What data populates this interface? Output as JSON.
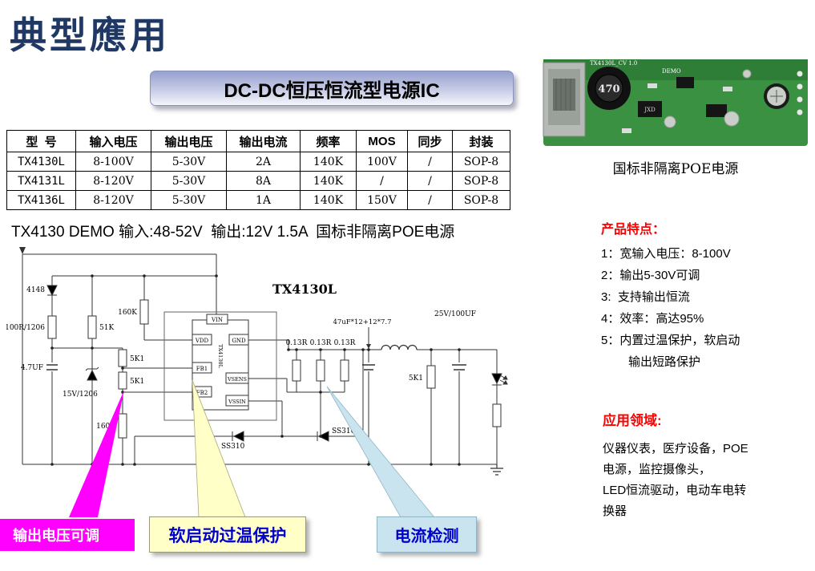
{
  "page": {
    "title": "典型應用"
  },
  "banner": {
    "title": "DC-DC恒压恒流型电源IC"
  },
  "table": {
    "headers": [
      "型  号",
      "输入电压",
      "输出电压",
      "输出电流",
      "频率",
      "MOS",
      "同步",
      "封装"
    ],
    "rows": [
      [
        "TX4130L",
        "8-100V",
        "5-30V",
        "2A",
        "140K",
        "100V",
        "/",
        "SOP-8"
      ],
      [
        "TX4131L",
        "8-120V",
        "5-30V",
        "8A",
        "140K",
        "/",
        "/",
        "SOP-8"
      ],
      [
        "TX4136L",
        "8-120V",
        "5-30V",
        "1A",
        "140K",
        "150V",
        "/",
        "SOP-8"
      ]
    ]
  },
  "demo_caption": "TX4130 DEMO 输入:48-52V  输出:12V 1.5A  国标非隔离POE电源",
  "photo": {
    "caption": "国标非隔离POE电源",
    "silkscreen_top": "TX4130L_CV 1.0",
    "silkscreen_demo": "DEMO",
    "inductor_value": "470",
    "ic_marking": "JXD"
  },
  "schematic": {
    "chip_title": "TX4130L",
    "chip_inner": "TX4130L",
    "pins": {
      "vin": "VIN",
      "vdd": "VDD",
      "fb1": "FB1",
      "fb2": "FB2",
      "gnd": "GND",
      "vsens": "VSENS",
      "vssin": "VSSIN"
    },
    "labels": {
      "d4148": "4148",
      "r100r": "100R/1206",
      "c47u": "4.7UF",
      "r51k": "51K",
      "z15v": "15V/1206",
      "r160k_top": "160K",
      "r5k1_a": "5K1",
      "r5k1_b": "5K1",
      "r160k_bot": "160K",
      "rs1": "0.13R",
      "rs2": "0.13R",
      "rs3": "0.13R",
      "cap_bank": "47uF*12+12*7.7",
      "cap_out": "25V/100UF",
      "r5k1_out": "5K1",
      "ss310_a": "SS310",
      "ss310_b": "SS310"
    }
  },
  "callouts": {
    "output_adjust": "输出电压可调",
    "soft_start": "软启动过温保护",
    "current_sense": "电流检测"
  },
  "features": {
    "title": "产品特点：",
    "items": [
      "1：宽输入电压：8-100V",
      "2：输出5-30V可调",
      "3:  支持输出恒流",
      "4：效率：高达95%",
      "5：内置过温保护，软启动",
      "输出短路保护"
    ]
  },
  "applications": {
    "title": "应用领域:",
    "lines": [
      "仪器仪表，医疗设备，POE",
      "电源，监控摄像头，",
      "LED恒流驱动，电动车电转",
      "换器"
    ]
  },
  "colors": {
    "title_navy": "#1F3864",
    "accent_red": "#FF0000",
    "callout_blue": "#0000CC",
    "magenta": "#FF00FF",
    "yellow_box": "#FFFFC8",
    "cyan_box": "#C9E4EF",
    "pcb_green": "#3A9142"
  }
}
